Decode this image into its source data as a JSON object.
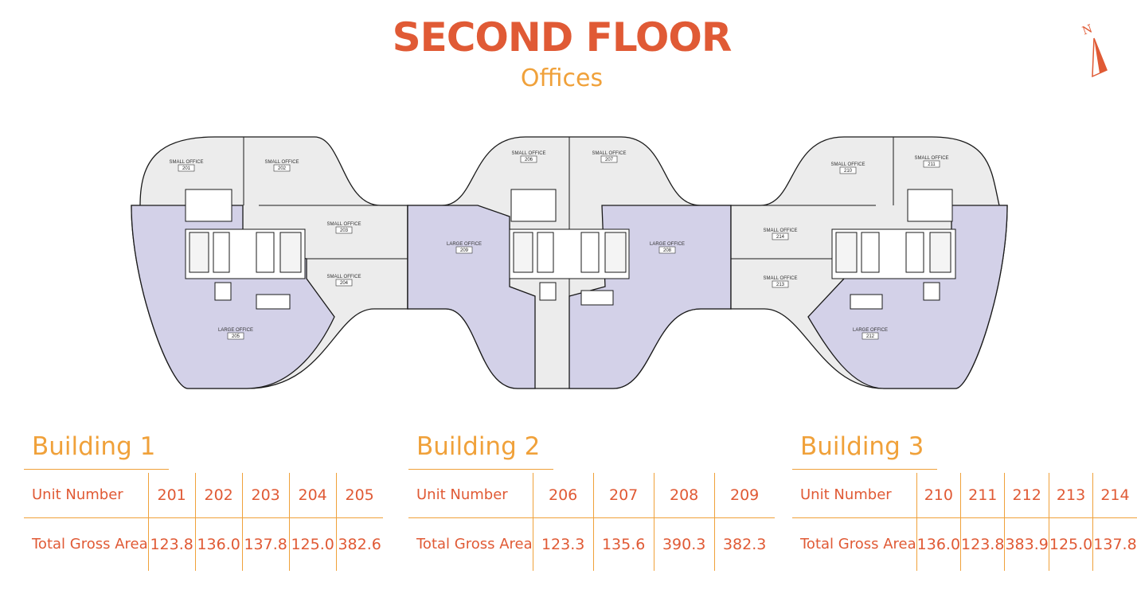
{
  "title": "SECOND FLOOR",
  "subtitle": "Offices",
  "compass": {
    "label": "N",
    "icon": "north-arrow-icon"
  },
  "colors": {
    "title": "#e05a35",
    "accent": "#f0a13a",
    "small_office": "#ececec",
    "large_office": "#d3d1e8"
  },
  "plan": {
    "rooms": [
      {
        "type": "SMALL OFFICE",
        "number": "201"
      },
      {
        "type": "SMALL OFFICE",
        "number": "202"
      },
      {
        "type": "SMALL OFFICE",
        "number": "203"
      },
      {
        "type": "SMALL OFFICE",
        "number": "204"
      },
      {
        "type": "LARGE OFFICE",
        "number": "205"
      },
      {
        "type": "SMALL OFFICE",
        "number": "206"
      },
      {
        "type": "SMALL OFFICE",
        "number": "207"
      },
      {
        "type": "LARGE OFFICE",
        "number": "208"
      },
      {
        "type": "LARGE OFFICE",
        "number": "209"
      },
      {
        "type": "SMALL OFFICE",
        "number": "210"
      },
      {
        "type": "SMALL OFFICE",
        "number": "211"
      },
      {
        "type": "LARGE OFFICE",
        "number": "212"
      },
      {
        "type": "SMALL OFFICE",
        "number": "213"
      },
      {
        "type": "SMALL OFFICE",
        "number": "214"
      }
    ]
  },
  "buildings": [
    {
      "name": "Building 1",
      "row_labels": [
        "Unit Number",
        "Total Gross Area"
      ],
      "units": [
        "201",
        "202",
        "203",
        "204",
        "205"
      ],
      "areas": [
        "123.8",
        "136.0",
        "137.8",
        "125.0",
        "382.6"
      ]
    },
    {
      "name": "Building 2",
      "row_labels": [
        "Unit Number",
        "Total Gross Area"
      ],
      "units": [
        "206",
        "207",
        "208",
        "209"
      ],
      "areas": [
        "123.3",
        "135.6",
        "390.3",
        "382.3"
      ]
    },
    {
      "name": "Building 3",
      "row_labels": [
        "Unit Number",
        "Total Gross Area"
      ],
      "units": [
        "210",
        "211",
        "212",
        "213",
        "214"
      ],
      "areas": [
        "136.0",
        "123.8",
        "383.9",
        "125.0",
        "137.8"
      ]
    }
  ]
}
